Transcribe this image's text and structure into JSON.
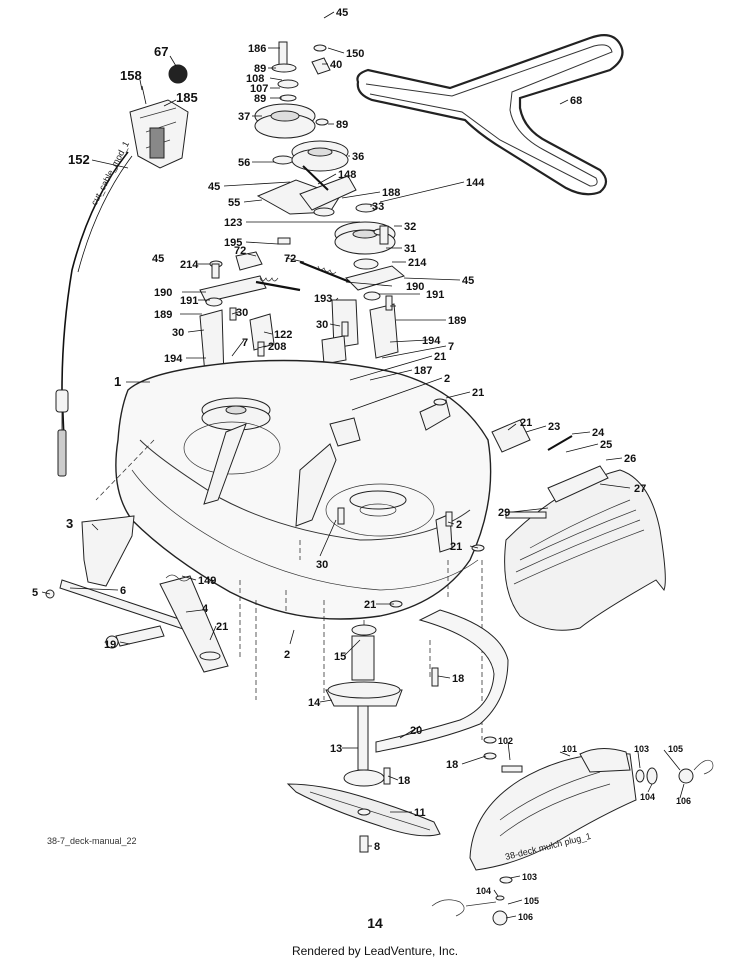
{
  "figure_id": "38-7_deck-manual_22",
  "mulch_plug_tag": "38-deck mulch plug_1",
  "cable_tag": "cut_cable_mod_1",
  "page_number": "14",
  "footer": "Rendered by LeadVenture, Inc.",
  "labels": [
    "186",
    "45",
    "150",
    "89",
    "40",
    "108",
    "107",
    "89",
    "37",
    "89",
    "67",
    "158",
    "185",
    "56",
    "36",
    "68",
    "152",
    "45",
    "148",
    "188",
    "144",
    "55",
    "33",
    "123",
    "32",
    "195",
    "31",
    "72",
    "214",
    "45",
    "214",
    "72",
    "190",
    "190",
    "45",
    "191",
    "193",
    "191",
    "189",
    "30",
    "30",
    "30",
    "189",
    "122",
    "194",
    "208",
    "194",
    "7",
    "7",
    "21",
    "1",
    "187",
    "2",
    "21",
    "21",
    "23",
    "24",
    "25",
    "26",
    "27",
    "2",
    "29",
    "3",
    "30",
    "21",
    "149",
    "5",
    "6",
    "4",
    "21",
    "21",
    "19",
    "2",
    "15",
    "18",
    "14",
    "20",
    "13",
    "18",
    "102",
    "101",
    "103",
    "105",
    "104",
    "106",
    "18",
    "11",
    "8",
    "103",
    "104",
    "105",
    "106"
  ]
}
